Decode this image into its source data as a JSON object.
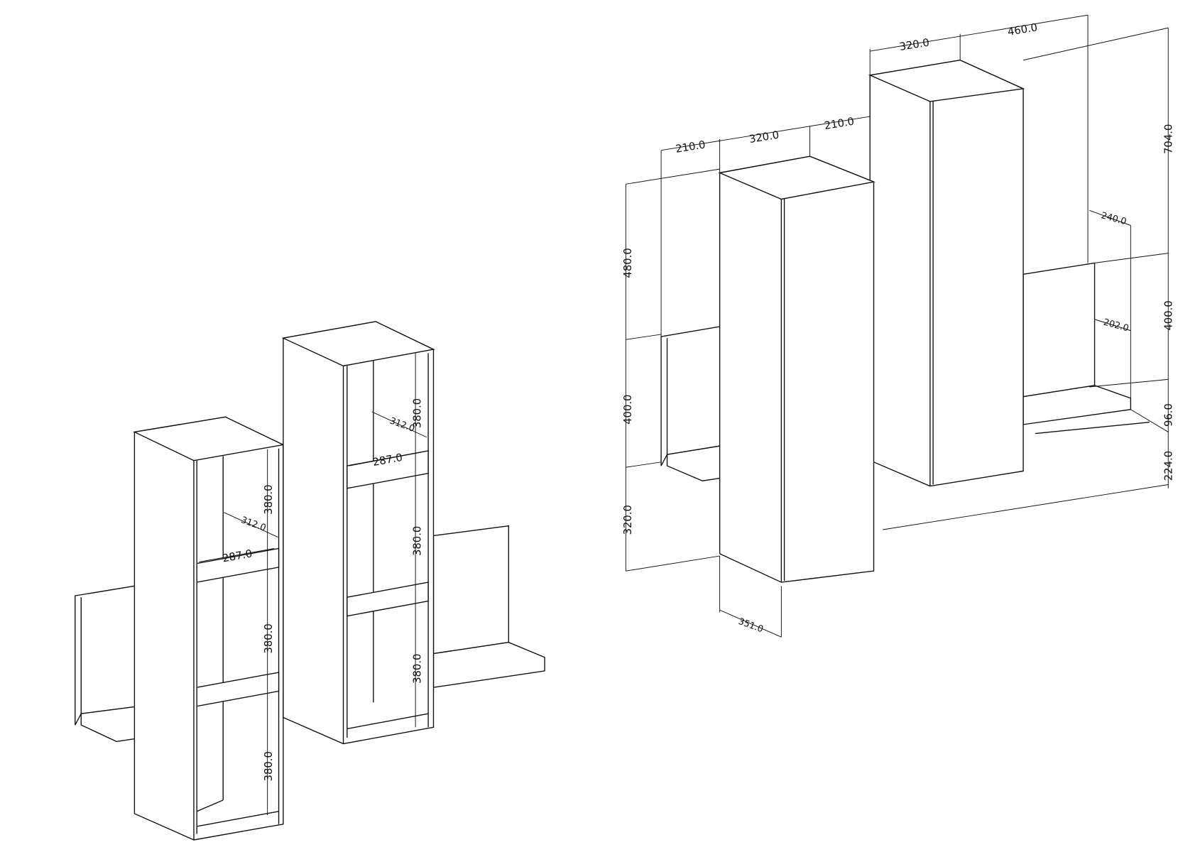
{
  "left_view": {
    "left_cabinet": {
      "top_height": "380.0",
      "depth_outer": "312.0",
      "depth_inner": "287.0",
      "middle_height": "380.0",
      "bottom_height": "380.0"
    },
    "right_cabinet": {
      "top_height": "380.0",
      "depth_outer": "312.0",
      "depth_inner": "287.0",
      "middle_height": "380.0",
      "bottom_height": "380.0"
    }
  },
  "right_view": {
    "top_widths": {
      "left_offset": "210.0",
      "cabinet_a_width": "320.0",
      "gap": "210.0",
      "cabinet_b_width": "320.0",
      "right_span": "460.0"
    },
    "left_heights": {
      "upper": "480.0",
      "middle": "400.0",
      "lower": "320.0"
    },
    "depth": "351.0",
    "right_heights": {
      "upper": "704.0",
      "middle": "400.0",
      "shelf": "96.0",
      "lower": "224.0"
    },
    "shelf_depths": {
      "back_panel": "240.0",
      "shelf": "202.0"
    }
  }
}
